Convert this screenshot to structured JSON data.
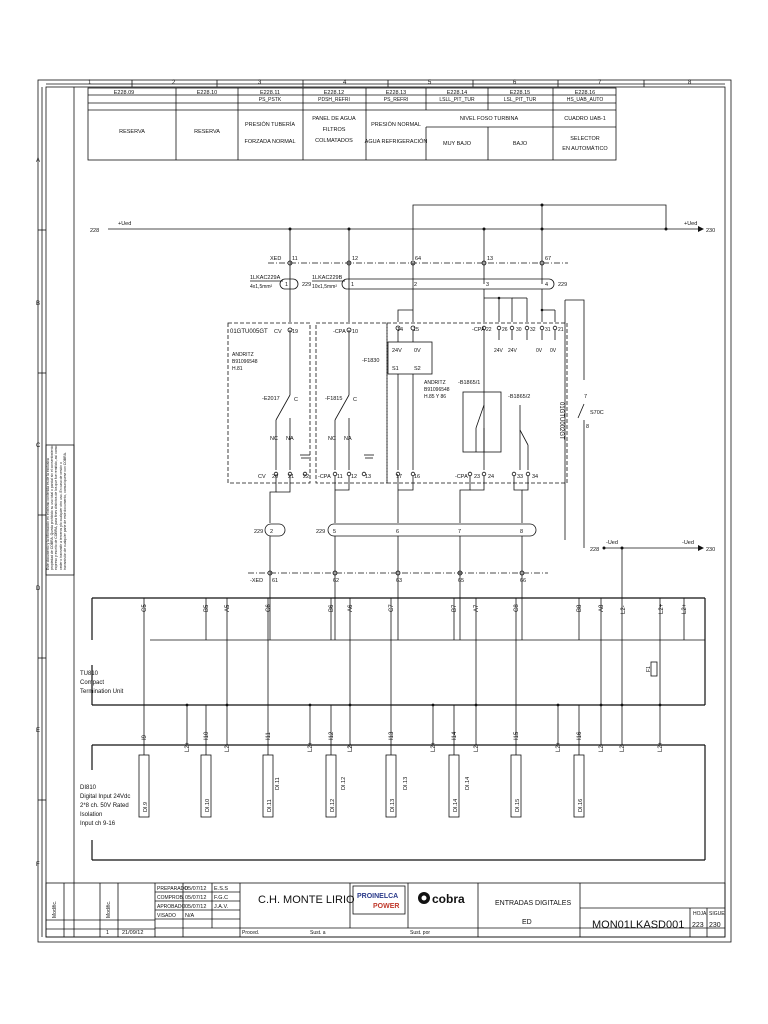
{
  "grid": {
    "cols": [
      "1",
      "2",
      "3",
      "4",
      "5",
      "6",
      "7",
      "8"
    ],
    "rows": [
      "A",
      "B",
      "C",
      "D",
      "E",
      "F"
    ]
  },
  "header": {
    "columns": [
      {
        "code": "E228.09",
        "tag": "",
        "desc1": "RESERVA",
        "desc2": "",
        "desc3": ""
      },
      {
        "code": "E228.10",
        "tag": "",
        "desc1": "RESERVA",
        "desc2": "",
        "desc3": ""
      },
      {
        "code": "E228.11",
        "tag": "PS_PSTK",
        "desc1": "PRESIÓN TUBERÍA",
        "desc2": "FORZADA NORMAL",
        "desc3": ""
      },
      {
        "code": "E228.12",
        "tag": "PDSH_REFRI",
        "desc1": "PANEL DE AGUA",
        "desc2": "FILTROS",
        "desc3": "COLMATADOS"
      },
      {
        "code": "E228.13",
        "tag": "PS_REFRI",
        "desc1": "PRESIÓN NORMAL",
        "desc2": "AGUA REFRIGERACIÓN",
        "desc3": ""
      },
      {
        "code": "E228.14",
        "tag": "LSLL_PIT_TUR",
        "desc1": "MUY BAJO",
        "desc2": "",
        "desc3": ""
      },
      {
        "code": "E228.15",
        "tag": "LSL_PIT_TUR",
        "desc1": "BAJO",
        "desc2": "",
        "desc3": ""
      },
      {
        "code": "E228.16",
        "tag": "HS_UAB_AUTO",
        "desc1": "CUADRO UAB-1",
        "desc2": "SELECTOR",
        "desc3": "EN AUTOMÁTICO"
      }
    ],
    "nivel_label": "NIVEL FOSO TURBINA"
  },
  "bus": {
    "left_ref": "228",
    "plus_ued": "+Ued",
    "right_ref": "230",
    "minus_ued": "-Ued",
    "left_ref_minus": "228"
  },
  "terminals_top": {
    "xed": "XED",
    "nums": [
      "11",
      "12",
      "64",
      "13",
      "67"
    ]
  },
  "cables": {
    "a_name": "1LKAC229A",
    "a_spec": "4x1,5mm²",
    "b_name": "1LKAC229B",
    "b_spec": "10x1,5mm²",
    "ref": "229",
    "a_cores": [
      "1",
      "2"
    ],
    "b_cores": [
      "1",
      "2",
      "3",
      "4"
    ]
  },
  "box_left": {
    "name": "01GTU005GT",
    "maker": "ANDRITZ",
    "doc": "B91096548",
    "sheet": "H.81",
    "cv": "CV",
    "cv_num": "19",
    "cpa": "-CPA",
    "cpa_num": "10",
    "switch1": "-E2017",
    "switch2": "-F1815",
    "c": "C",
    "nc": "NC",
    "na": "NA"
  },
  "box_right": {
    "name": "01GTU002GT",
    "maker": "ANDRITZ",
    "doc": "B91096548",
    "sheet": "H.85 Y 86",
    "psu": "-F1830",
    "v24": "24V",
    "ov": "0V",
    "s1": "S1",
    "s2": "S2",
    "t14": "14",
    "t15": "15",
    "cpa": "-CPA",
    "tops": [
      "22",
      "26",
      "30",
      "32",
      "31",
      "21"
    ],
    "v24b": "24V",
    "v24c": "24V",
    "ovb": "0V",
    "ovc": "0V",
    "b1": "-B1865/1",
    "b2": "-B1865/2",
    "s570": "S70C",
    "s7": "7",
    "s8": "8"
  },
  "bottom_terms": {
    "cv": "CV",
    "left": [
      "20",
      "21",
      "22"
    ],
    "cpa": "-CPA",
    "mid": [
      "11",
      "12",
      "13"
    ],
    "n17": "17",
    "n16": "16",
    "cpa2": "-CPA",
    "right": [
      "23",
      "24",
      "33",
      "34"
    ]
  },
  "cable2": {
    "ref": "229",
    "a_core": "2",
    "b_cores": [
      "5",
      "6",
      "7",
      "8"
    ]
  },
  "xed_bottom": {
    "label": "-XED",
    "nums": [
      "61",
      "62",
      "63",
      "65",
      "66"
    ]
  },
  "tu810": {
    "line1": "TU810",
    "line2": "Compact",
    "line3": "Termination Unit",
    "top_labels": [
      "C5",
      "B5",
      "A5",
      "C6",
      "B6",
      "A6",
      "C7",
      "B7",
      "A7",
      "C8",
      "B8",
      "A8",
      "L2-",
      "L2+",
      "L2+"
    ],
    "fuse": "F1"
  },
  "di810": {
    "line1": "DI810",
    "line2": "Digital Input 24Vdc",
    "line3": "2*8 ch. 50V Rated",
    "line4": "Isolation",
    "line5": "Input ch 9-16",
    "io_labels": [
      "I9",
      "L2+",
      "I10",
      "L2-",
      "I11",
      "L2+",
      "L2-",
      "I12",
      "L2-",
      "I13",
      "L2+",
      "I14",
      "L2-",
      "I15",
      "L2+",
      "I16",
      "L2-",
      "L2-",
      "L2+"
    ],
    "channels": [
      "DI.9",
      "DI.10",
      "DI.11",
      "DI.12",
      "DI.13",
      "DI.14",
      "DI.15",
      "DI.16"
    ]
  },
  "side_note": "Este documento y la información en el mismo contenida es de la exclusiva propiedad de COBRA. Queda prohibido su uso total o parcial sin el consentimiento expreso y escrito de COBRA, para fines distintos de los que fue remitido, así como ceder o transmitir a terceros y/o cualquier otro uso. En caso de cesión o transmisión de cualquier parte de este documento, comuníquese con COBRA.",
  "title_block": {
    "revision": "1",
    "rev_date": "21/09/12",
    "preparado": "PREPARADO",
    "comprob": "COMPROB.",
    "aprobado": "APROBADO",
    "visado": "VISADO",
    "d1": "05/07/12",
    "n1": "E.S.S",
    "d2": "05/07/12",
    "n2": "F.G.C",
    "d3": "05/07/12",
    "n3": "J.A.V.",
    "na": "N/A",
    "proced": "Proced.",
    "sust_a": "Sust. a",
    "sust_por": "Sust. por",
    "project": "C.H.  MONTE  LIRIO",
    "logo1a": "PROINELCA",
    "logo1b": "POWER",
    "logo2": "cobra",
    "title1": "ENTRADAS  DIGITALES",
    "title2": "ED",
    "doc_no": "MON01LKASD001",
    "hoja_label": "HOJA",
    "hoja": "223",
    "sigue_label": "SIGUE",
    "sigue": "230",
    "modif1": "Modific.",
    "modif2": "Modific."
  }
}
